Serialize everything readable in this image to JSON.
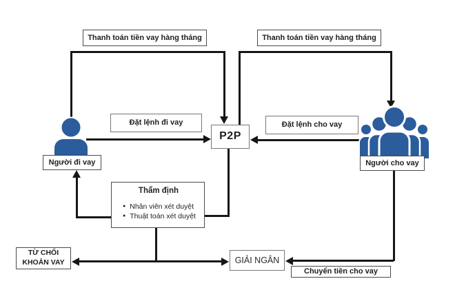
{
  "diagram_name": "P2P lending process flow",
  "colors": {
    "icon_blue": "#2b5c9c",
    "line_black": "#161616",
    "box_border": "#4a4a4a",
    "background": "#ffffff"
  },
  "nodes": {
    "pay_left": "Thanh toán tiền vay hàng tháng",
    "pay_right": "Thanh toán tiền vay hàng tháng",
    "borrow_order": "Đặt lệnh đi vay",
    "lend_order": "Đặt lệnh cho vay",
    "p2p": "P2P",
    "borrower": "Người đi vay",
    "lender": "Người cho vay",
    "appraisal_title": "Thẩm định",
    "appraisal_bullets": [
      "Nhân viên xét duyệt",
      "Thuật toán xét duyệt"
    ],
    "reject_line1": "TỪ CHỐI",
    "reject_line2": "KHOẢN VAY",
    "disburse": "GIẢI NGÂN",
    "transfer": "Chuyển tiền cho vay"
  },
  "icons": {
    "borrower": "person-icon",
    "lender": "people-group-icon"
  }
}
